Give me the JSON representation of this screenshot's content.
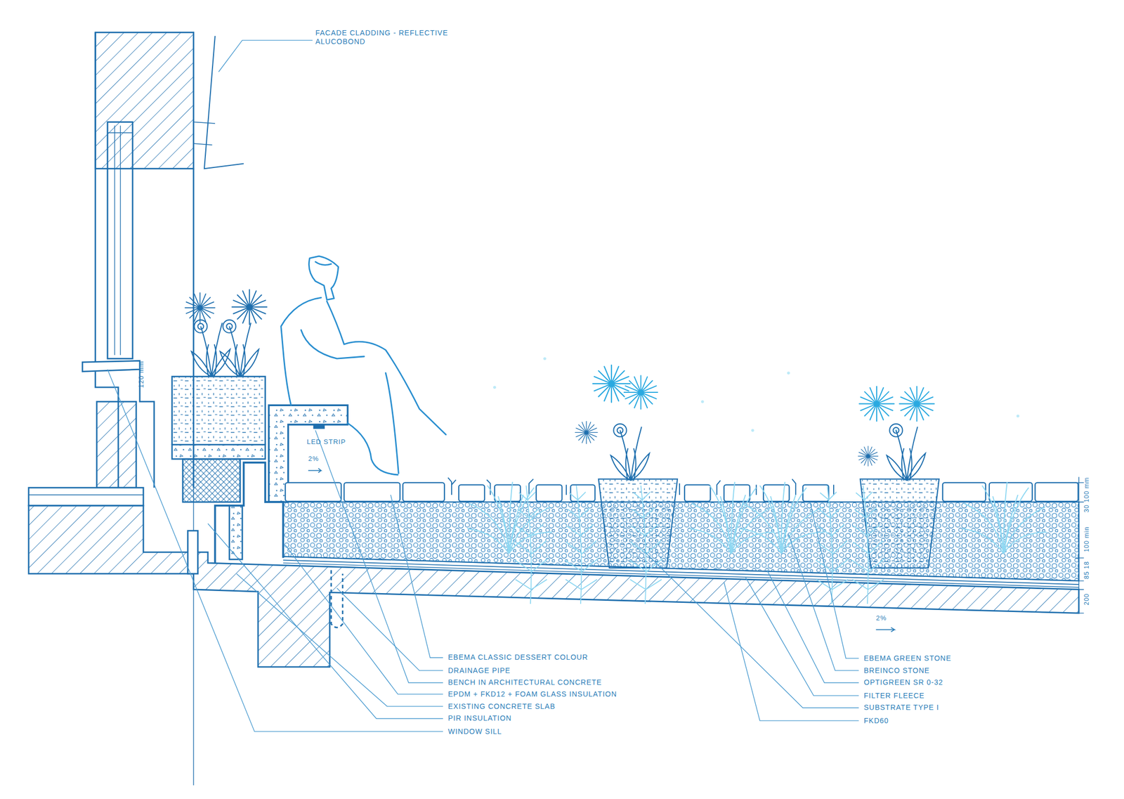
{
  "diagram": {
    "labels": [
      "FACADE CLADDING - REFLECTIVE ALUCOBOND",
      "120 mm",
      "LED STRIP",
      "2%",
      "30 100 mm",
      "100 min",
      "85 18",
      "200",
      "2%",
      "EBEMA CLASSIC DESSERT COLOUR",
      "DRAINAGE PIPE",
      "BENCH IN ARCHITECTURAL CONCRETE",
      "EPDM + FKD12 + FOAM GLASS INSULATION",
      "EXISTING CONCRETE SLAB",
      "PIR INSULATION",
      "WINDOW SILL",
      "EBEMA GREEN STONE",
      "BREINCO STONE",
      "OPTIGREEN SR 0-32",
      "FILTER FLEECE",
      "SUBSTRATE TYPE I",
      "FKD60"
    ]
  }
}
